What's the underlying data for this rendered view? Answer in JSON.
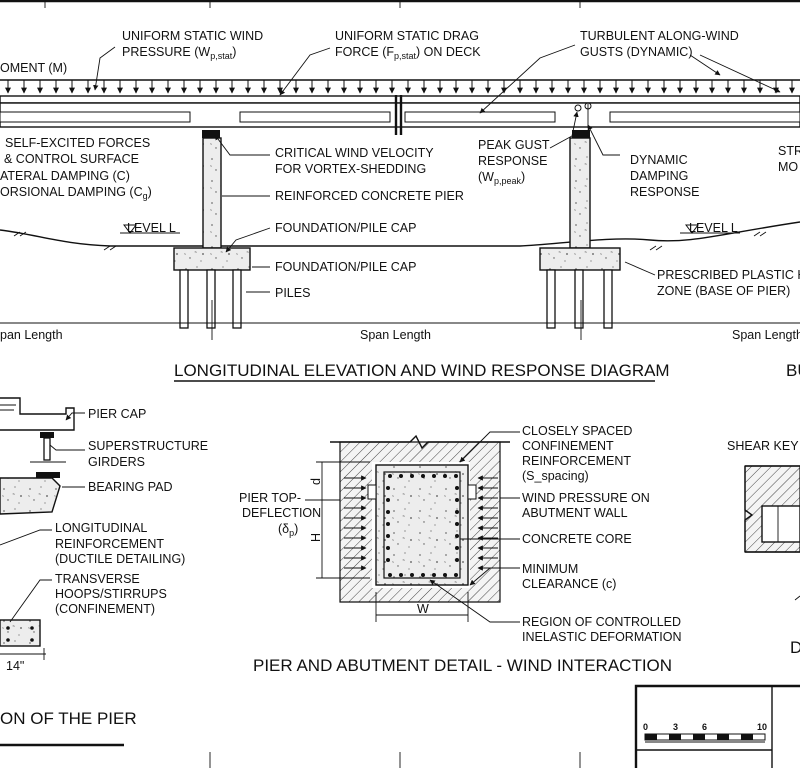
{
  "elevation": {
    "title": "LONGITUDINAL ELEVATION AND WIND RESPONSE DIAGRAM",
    "labels": {
      "moment": "OMENT (M)",
      "wp_stat_1": "UNIFORM STATIC WIND",
      "wp_stat_2": "PRESSURE (W",
      "wp_stat_sub": "p,stat",
      "wp_stat_close": ")",
      "drag_1": "UNIFORM STATIC DRAG",
      "drag_2": "FORCE (F",
      "drag_sub": "p,stat",
      "drag_close": ") ON DECK",
      "gust_1": "TURBULENT ALONG-WIND",
      "gust_2": "GUSTS (DYNAMIC)",
      "self_1": "SELF-EXCITED FORCES",
      "self_2": "& CONTROL SURFACE",
      "self_3": "ATERAL DAMPING (C)",
      "self_4": "ORSIONAL DAMPING (C",
      "self_4_sub": "g",
      "self_4_close": ")",
      "crit_1": "CRITICAL WIND VELOCITY",
      "crit_2": "FOR VORTEX-SHEDDING",
      "rc_pier": "REINFORCED CONCRETE PIER",
      "found_1": "FOUNDATION/PILE CAP",
      "found_2": "FOUNDATION/PILE CAP",
      "piles": "PILES",
      "level_1": "LEVEL L",
      "level_2": "LEVEL L",
      "peak_1": "PEAK GUST",
      "peak_2": "RESPONSE",
      "peak_3": "(W",
      "peak_sub": "p,peak",
      "peak_close": ")",
      "damp_1": "DYNAMIC",
      "damp_2": "DAMPING",
      "damp_3": "RESPONSE",
      "str_1": "STR",
      "str_2": "MO",
      "plastic_1": "PRESCRIBED PLASTIC H",
      "plastic_2": "ZONE (BASE OF PIER)",
      "span_1": "pan Length",
      "span_2": "Span Length",
      "span_3": "Span Length",
      "right_title_fragment": "BU"
    }
  },
  "section": {
    "pier_cap": "PIER CAP",
    "super_1": "SUPERSTRUCTURE",
    "super_2": "GIRDERS",
    "bearing": "BEARING PAD",
    "long_1": "LONGITUDINAL",
    "long_2": "REINFORCEMENT",
    "long_3": "(DUCTILE DETAILING)",
    "trans_1": "TRANSVERSE",
    "trans_2": "HOOPS/STIRRUPS",
    "trans_3": "(CONFINEMENT)",
    "dim": "14\"",
    "title": "ON OF THE PIER"
  },
  "detail": {
    "title": "PIER AND ABUTMENT DETAIL - WIND INTERACTION",
    "close_1": "CLOSELY SPACED",
    "close_2": "CONFINEMENT",
    "close_3": "REINFORCEMENT",
    "close_4": "(S_spacing)",
    "wind_1": "WIND PRESSURE ON",
    "wind_2": "ABUTMENT WALL",
    "core": "CONCRETE CORE",
    "min_1": "MINIMUM",
    "min_2": "CLEARANCE (c)",
    "region_1": "REGION OF CONTROLLED",
    "region_2": "INELASTIC DEFORMATION",
    "defl_1": "PIER TOP-",
    "defl_2": "DEFLECTION",
    "defl_3": "(δ",
    "defl_sub": "p",
    "defl_close": ")",
    "dim_d": "d",
    "dim_h": "H",
    "dim_w": "W"
  },
  "right": {
    "shear_key": "SHEAR KEY -",
    "fragment": "D"
  },
  "scale_bar": {
    "ticks": [
      "0",
      "3",
      "6",
      "10"
    ]
  }
}
